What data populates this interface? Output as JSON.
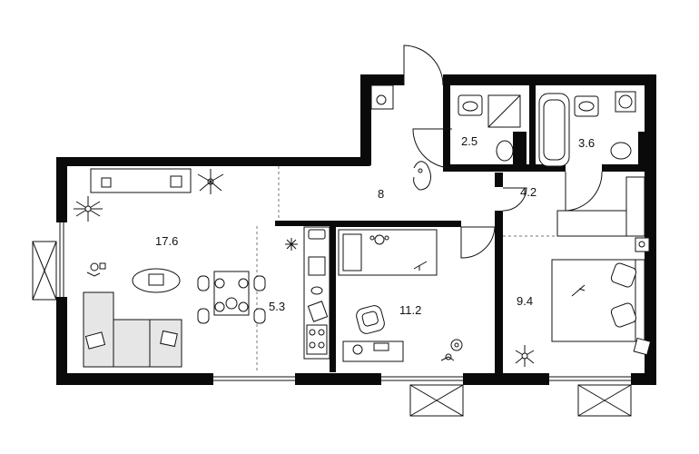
{
  "plan": {
    "rooms": [
      {
        "id": "living",
        "label": "17.6"
      },
      {
        "id": "kitchen",
        "label": "5.3"
      },
      {
        "id": "hall",
        "label": "8"
      },
      {
        "id": "bath-small",
        "label": "2.5"
      },
      {
        "id": "bath-large",
        "label": "3.6"
      },
      {
        "id": "corridor",
        "label": "4.2"
      },
      {
        "id": "children",
        "label": "11.2"
      },
      {
        "id": "bedroom",
        "label": "9.4"
      }
    ]
  }
}
